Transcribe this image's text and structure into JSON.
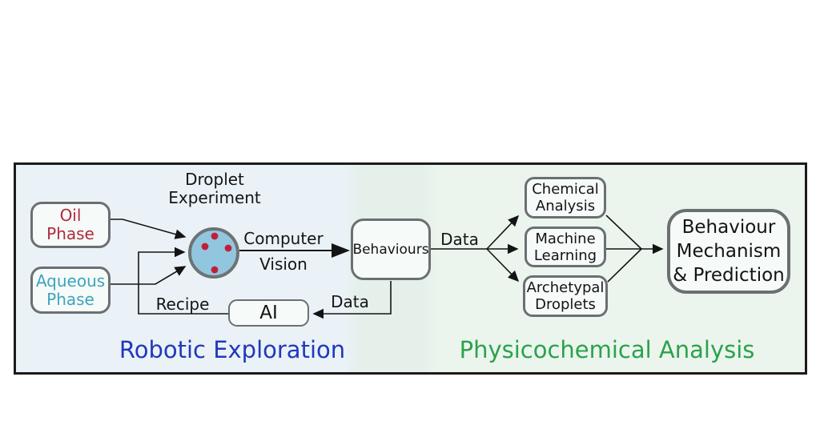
{
  "diagram": {
    "sections": {
      "left": {
        "title": "Robotic Exploration",
        "title_color": "#2139bb",
        "background": "#eaf2f7"
      },
      "right": {
        "title": "Physicochemical Analysis",
        "title_color": "#2ca24b",
        "background": "#ebf5ee"
      }
    },
    "nodes": {
      "oil_phase": {
        "label": "Oil\nPhase",
        "text_color": "#b12a3e"
      },
      "aqueous_phase": {
        "label": "Aqueous\nPhase",
        "text_color": "#3da4be"
      },
      "droplet_experiment": {
        "label": "Droplet\nExperiment"
      },
      "behaviours": {
        "label": "Behaviours"
      },
      "ai": {
        "label": "AI"
      },
      "chemical_analysis": {
        "label": "Chemical\nAnalysis"
      },
      "machine_learning": {
        "label": "Machine\nLearning"
      },
      "archetypal_droplets": {
        "label": "Archetypal\nDroplets"
      },
      "behaviour_mechanism": {
        "label": "Behaviour\nMechanism\n& Prediction"
      }
    },
    "edge_labels": {
      "computer_vision": "Computer\nVision",
      "recipe": "Recipe",
      "data_feedback": "Data",
      "data_forward": "Data"
    },
    "droplet": {
      "fill": "#92c6df",
      "stroke": "#6d7375",
      "dot_color": "#c01f3a",
      "dot_count": 4
    }
  }
}
